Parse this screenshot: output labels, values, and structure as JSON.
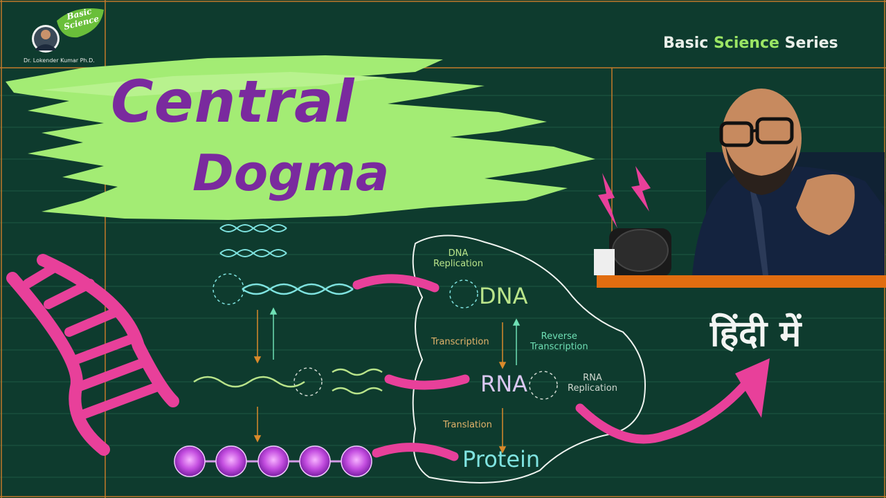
{
  "brand": {
    "logo_line1": "Basic",
    "logo_line2": "Science",
    "author": "Dr. Lokender Kumar Ph.D."
  },
  "series_title": {
    "part1": "Basic ",
    "part2": "Science",
    "part3": " Series"
  },
  "hero": {
    "line1": "Central",
    "line2": "Dogma"
  },
  "language_label": "हिंदी में",
  "diagram": {
    "dna": "DNA",
    "rna": "RNA",
    "protein": "Protein",
    "dna_replication_1": "DNA",
    "dna_replication_2": "Replication",
    "transcription": "Transcription",
    "reverse_transcription_1": "Reverse",
    "reverse_transcription_2": "Transcription",
    "rna_replication_1": "RNA",
    "rna_replication_2": "Replication",
    "translation": "Translation"
  },
  "colors": {
    "board": "#0e3b2e",
    "accent_green": "#9be564",
    "hero_purple": "#7a2a9e",
    "magenta": "#e8409a",
    "cyan": "#7fe3e0",
    "orange_line": "#d98a2b"
  }
}
